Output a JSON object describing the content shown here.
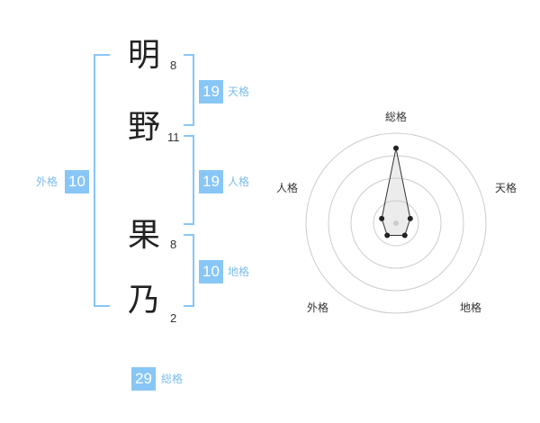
{
  "name": {
    "chars": [
      {
        "char": "明",
        "strokes": "8"
      },
      {
        "char": "野",
        "strokes": "11"
      },
      {
        "char": "果",
        "strokes": "8"
      },
      {
        "char": "乃",
        "strokes": "2"
      }
    ]
  },
  "kaku": {
    "tenkaku": {
      "value": "19",
      "label": "天格"
    },
    "jinkaku": {
      "value": "19",
      "label": "人格"
    },
    "chikaku": {
      "value": "10",
      "label": "地格"
    },
    "gaikaku": {
      "value": "10",
      "label": "外格"
    },
    "soukaku": {
      "value": "29",
      "label": "総格"
    }
  },
  "colors": {
    "accent": "#88c6f6",
    "accent_text": "#7cbdeb"
  },
  "chart_data": {
    "type": "radar",
    "axes": [
      "総格",
      "天格",
      "地格",
      "外格",
      "人格"
    ],
    "values": [
      5,
      1,
      1,
      1,
      1
    ],
    "max": 6,
    "rings": 4
  }
}
